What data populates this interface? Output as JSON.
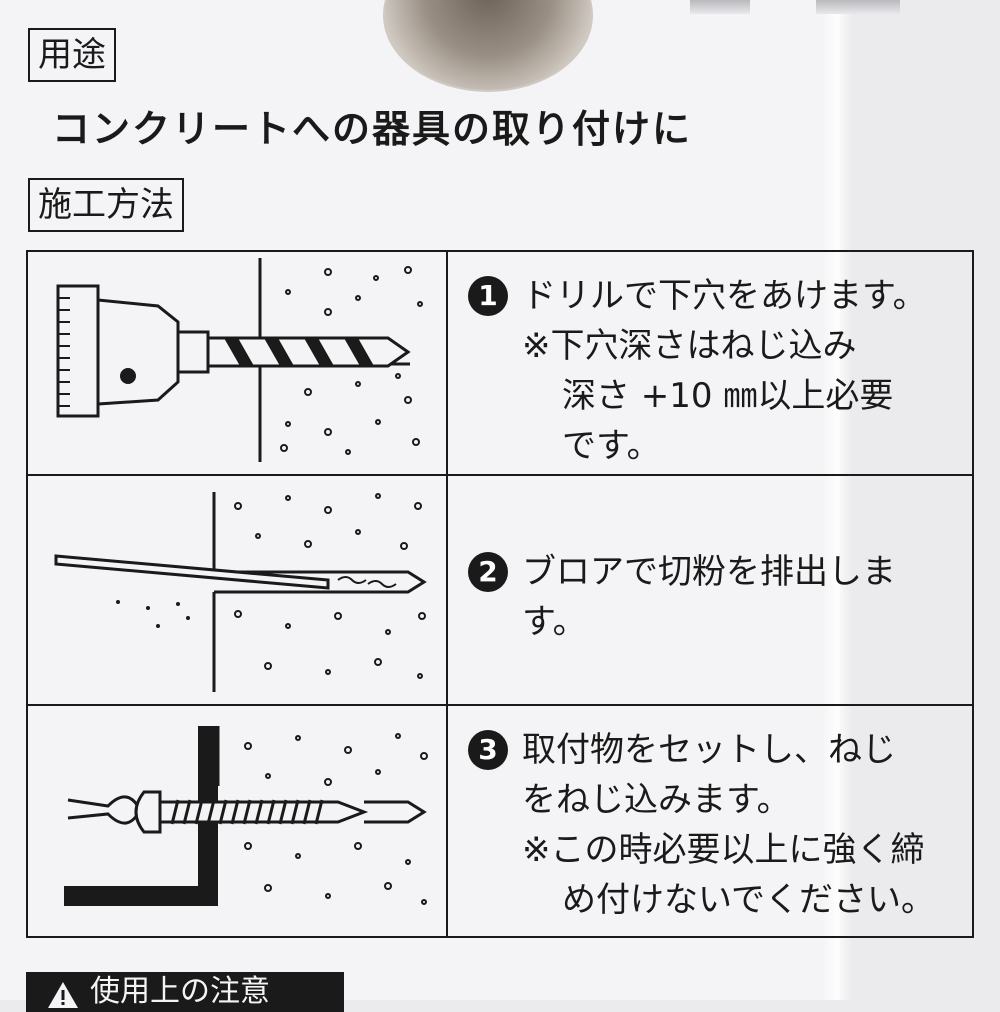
{
  "usage": {
    "label": "用途",
    "text": "コンクリートへの器具の取り付けに"
  },
  "method": {
    "label": "施工方法"
  },
  "steps": [
    {
      "number": "1",
      "lines": [
        "ドリルで下穴をあけます。",
        "※下穴深さはねじ込み",
        "深さ +10 ㎜以上必要",
        "です。"
      ]
    },
    {
      "number": "2",
      "lines": [
        "ブロアで切粉を排出しま",
        "す。"
      ]
    },
    {
      "number": "3",
      "lines": [
        "取付物をセットし、ねじ",
        "をねじ込みます。",
        "※この時必要以上に強く締",
        "め付けないでください。"
      ]
    }
  ],
  "caution": {
    "label": "使用上の注意",
    "icon": "warning-triangle-icon"
  }
}
